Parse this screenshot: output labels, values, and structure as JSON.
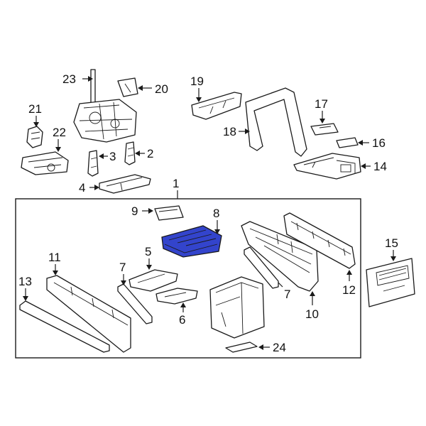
{
  "highlight_color": "#3344cc",
  "callouts": {
    "c1": "1",
    "c2": "2",
    "c3": "3",
    "c4": "4",
    "c5": "5",
    "c6": "6",
    "c7a": "7",
    "c7b": "7",
    "c8": "8",
    "c9": "9",
    "c10": "10",
    "c11": "11",
    "c12": "12",
    "c13": "13",
    "c14": "14",
    "c15": "15",
    "c16": "16",
    "c17": "17",
    "c18": "18",
    "c19": "19",
    "c20": "20",
    "c21": "21",
    "c22": "22",
    "c23": "23",
    "c24": "24"
  }
}
